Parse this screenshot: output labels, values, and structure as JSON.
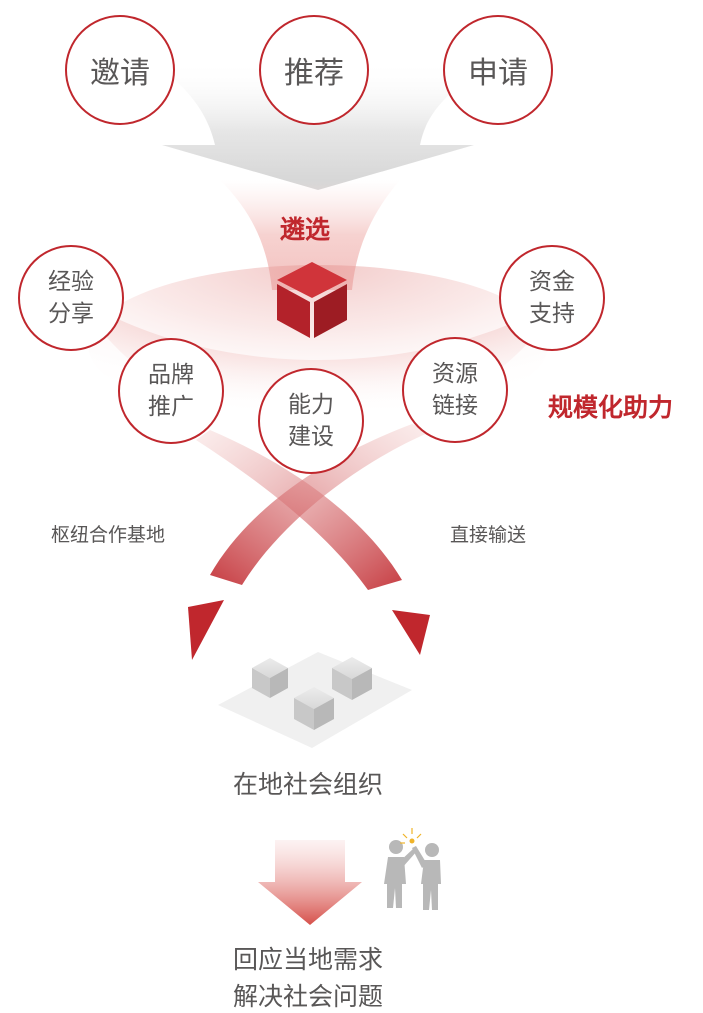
{
  "top_channels": [
    "邀请",
    "推荐",
    "申请"
  ],
  "selection_label": "遴选",
  "support_items": {
    "experience": "经验\n分享",
    "funding": "资金\n支持",
    "brand": "品牌\n推广",
    "capacity": "能力\n建设",
    "resources": "资源\n链接"
  },
  "scale_label": "规模化助力",
  "path_left": "枢纽合作基地",
  "path_right": "直接输送",
  "org_label": "在地社会组织",
  "outcome_lines": [
    "回应当地需求",
    "解决社会问题"
  ],
  "colors": {
    "accent": "#c0272d",
    "text": "#595757",
    "gray": "#c9c9c9"
  }
}
